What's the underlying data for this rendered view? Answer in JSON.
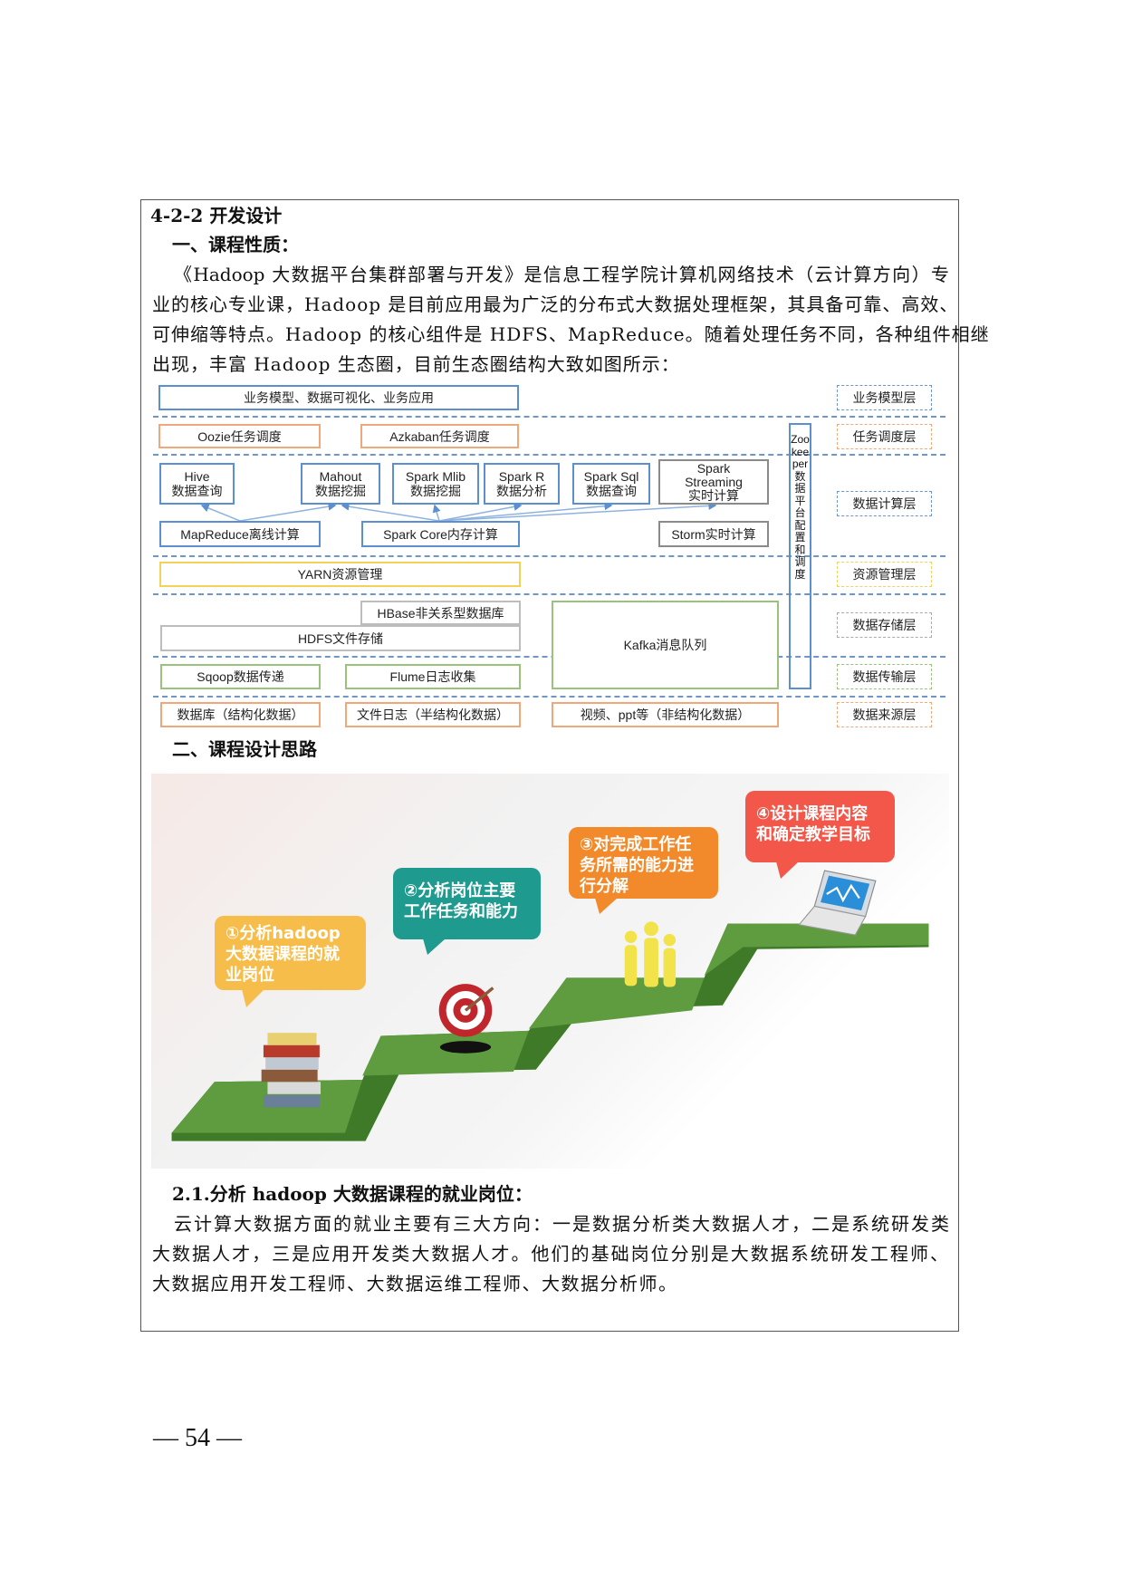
{
  "section_heading": "4-2-2 开发设计",
  "part1": {
    "heading": "一、课程性质：",
    "lines": [
      "《Hadoop 大数据平台集群部署与开发》是信息工程学院计算机网络技术（云计算方向）专",
      "业的核心专业课，Hadoop 是目前应用最为广泛的分布式大数据处理框架，其具备可靠、高效、",
      "可伸缩等特点。Hadoop 的核心组件是 HDFS、MapReduce。随着处理任务不同，各种组件相继",
      "出现，丰富 Hadoop 生态圈，目前生态圈结构大致如图所示："
    ]
  },
  "diagram": {
    "business": "业务模型、数据可视化、业务应用",
    "oozie": "Oozie任务调度",
    "azkaban": "Azkaban任务调度",
    "hive": [
      "Hive",
      "数据查询"
    ],
    "mahout": [
      "Mahout",
      "数据挖掘"
    ],
    "spark_mlib": [
      "Spark Mlib",
      "数据挖掘"
    ],
    "spark_r": [
      "Spark R",
      "数据分析"
    ],
    "spark_sql": [
      "Spark Sql",
      "数据查询"
    ],
    "spark_streaming": [
      "Spark",
      "Streaming",
      "实时计算"
    ],
    "mapreduce": "MapReduce离线计算",
    "spark_core": "Spark Core内存计算",
    "storm": "Storm实时计算",
    "yarn": "YARN资源管理",
    "hbase": "HBase非关系型数据库",
    "hdfs": "HDFS文件存储",
    "kafka": "Kafka消息队列",
    "sqoop": "Sqoop数据传递",
    "flume": "Flume日志收集",
    "src_db": "数据库（结构化数据）",
    "src_log": "文件日志（半结构化数据）",
    "src_video": "视频、ppt等（非结构化数据）",
    "zookeeper": "Zookeeper数据平台配置和调度",
    "layers": [
      "业务模型层",
      "任务调度层",
      "数据计算层",
      "资源管理层",
      "数据存储层",
      "数据传输层",
      "数据来源层"
    ]
  },
  "part2": {
    "heading": "二、课程设计思路",
    "steps": [
      "①分析hadoop大数据课程的就业岗位",
      "②分析岗位主要工作任务和能力",
      "③对完成工作任务所需的能力进行分解",
      "④设计课程内容和确定教学目标"
    ],
    "step_colors": [
      "#f7bd4a",
      "#1f9a8e",
      "#f2892a",
      "#f2574a"
    ]
  },
  "part21": {
    "heading": "2.1.分析 hadoop 大数据课程的就业岗位：",
    "lines": [
      "云计算大数据方面的就业主要有三大方向：一是数据分析类大数据人才，二是系统研发类",
      "大数据人才，三是应用开发类大数据人才。他们的基础岗位分别是大数据系统研发工程师、",
      "大数据应用开发工程师、大数据运维工程师、大数据分析师。"
    ]
  },
  "page_number": "— 54 —"
}
